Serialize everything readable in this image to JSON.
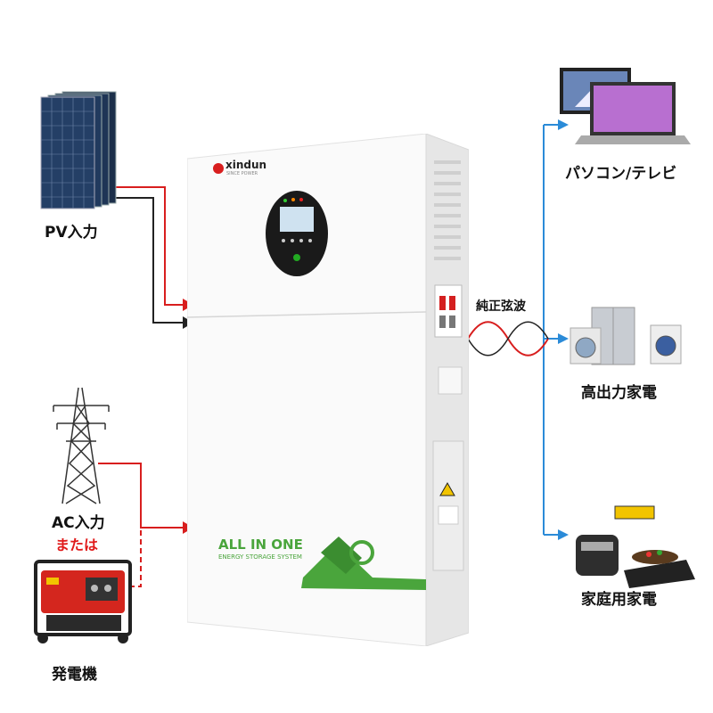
{
  "inputs": {
    "pv_label": "PV入力",
    "ac_label": "AC入力",
    "or_label": "または",
    "generator_label": "発電機"
  },
  "unit": {
    "brand": "xindun",
    "brand_sub": "SINCE POWER",
    "all_in_one": "ALL IN ONE",
    "energy_storage": "ENERGY STORAGE SYSTEM"
  },
  "output": {
    "waveform_label": "純正弦波",
    "targets": [
      "パソコン/テレビ",
      "高出力家電",
      "家庭用家電"
    ]
  },
  "colors": {
    "red_line": "#d81e1e",
    "black_line": "#222222",
    "blue_line": "#2b8bd8",
    "green_logo": "#4aa53c",
    "ac_label_red": "#e01a1a"
  }
}
